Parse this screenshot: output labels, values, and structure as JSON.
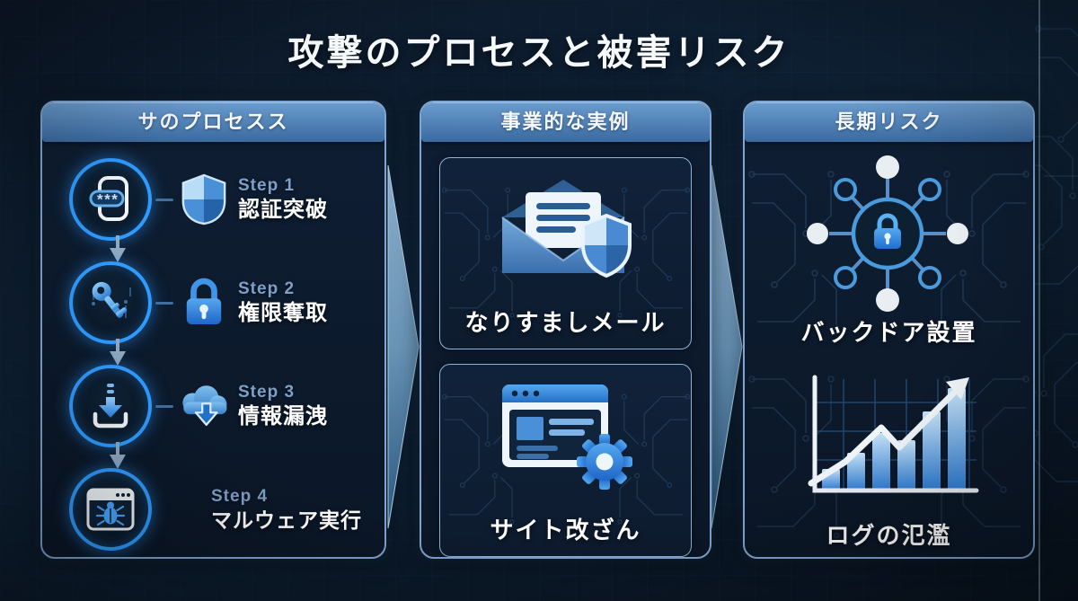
{
  "title": "攻撃のプロセスと被害リスク",
  "left_panel": {
    "header": "サのプロセスス",
    "steps": [
      {
        "step_label": "Step 1",
        "title": "認証突破",
        "icon": "password-login-icon",
        "sub_icon": "shield-icon"
      },
      {
        "step_label": "Step 2",
        "title": "権限奪取",
        "icon": "key-icon",
        "sub_icon": "padlock-icon"
      },
      {
        "step_label": "Step 3",
        "title": "情報漏洩",
        "icon": "download-tray-icon",
        "sub_icon": "cloud-download-icon"
      },
      {
        "step_label": "Step 4",
        "title": "マルウェア実行",
        "icon": "browser-bug-icon",
        "sub_icon": ""
      }
    ]
  },
  "middle_panel": {
    "header": "事業的な実例",
    "cards": [
      {
        "label": "なりすましメール",
        "icon": "phishing-mail-shield-icon"
      },
      {
        "label": "サイト改ざん",
        "icon": "website-gear-icon"
      }
    ]
  },
  "right_panel": {
    "header": "長期リスク",
    "items": [
      {
        "label": "バックドア設置",
        "icon": "lock-network-icon"
      },
      {
        "label": "ログの氾濫",
        "icon": "rising-bar-chart-icon"
      }
    ]
  },
  "colors": {
    "background_top": "#0d1c30",
    "background_bottom": "#09121f",
    "panel_border": "#7ea6d2",
    "header_top": "#6b9cce",
    "header_bottom": "#3a6aa0",
    "accent_ring": "#2f9bff",
    "step_number_text": "#7f9fc6",
    "circuit_line": "#4878a8",
    "chevron_light": "#93b5d2",
    "chevron_dark": "#2e5c86",
    "text": "#f5f8fb"
  }
}
